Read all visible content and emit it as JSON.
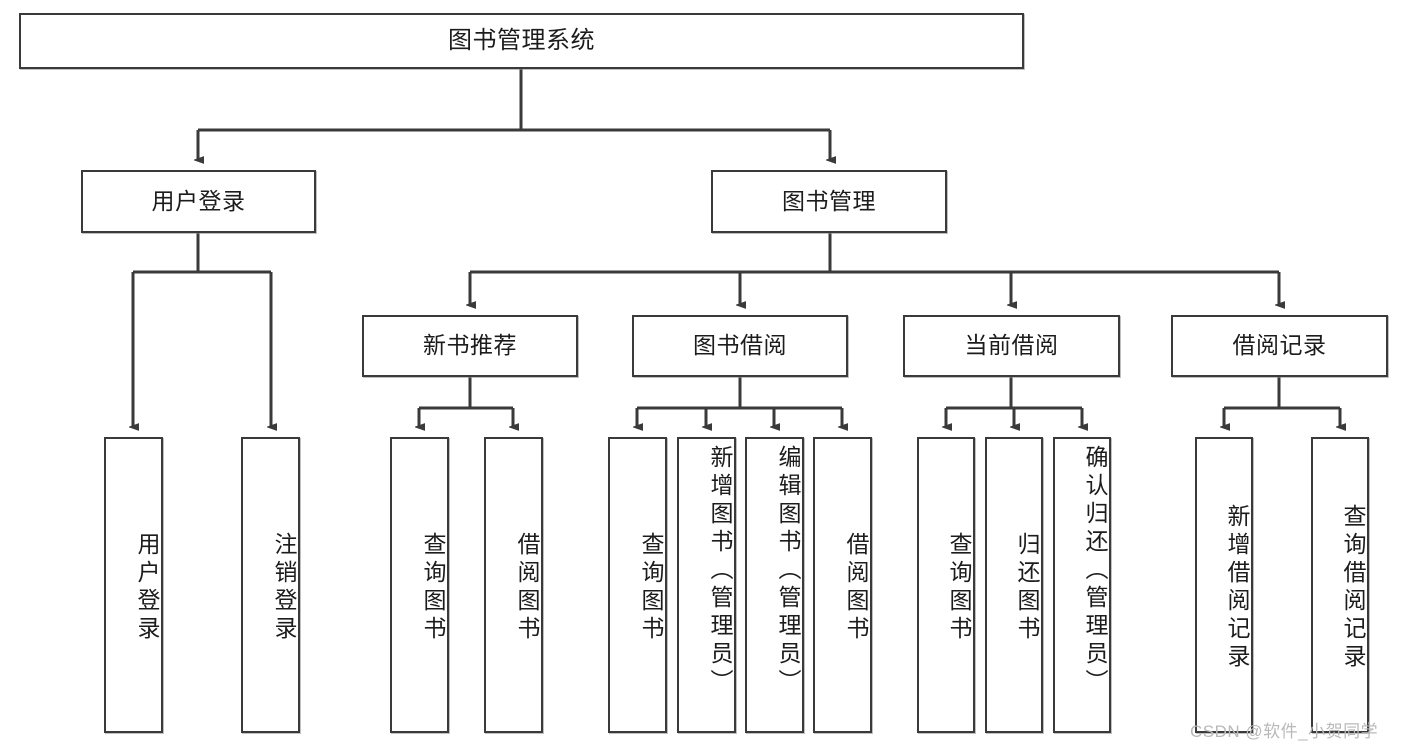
{
  "diagram": {
    "title": "图书管理系统",
    "type": "hierarchy-tree",
    "stroke_color": "#3a3a3a",
    "background_color": "#ffffff",
    "text_color": "#1c1c1c"
  },
  "nodes": {
    "root": {
      "label": "图书管理系统"
    },
    "level2": [
      {
        "label": "用户登录"
      },
      {
        "label": "图书管理"
      }
    ],
    "level3": [
      {
        "label": "新书推荐"
      },
      {
        "label": "图书借阅"
      },
      {
        "label": "当前借阅"
      },
      {
        "label": "借阅记录"
      }
    ],
    "leaves_user_login": [
      {
        "label": "用户登录"
      },
      {
        "label": "注销登录"
      }
    ],
    "leaves_new_book": [
      {
        "label": "查询图书"
      },
      {
        "label": "借阅图书"
      }
    ],
    "leaves_borrow": [
      {
        "label": "查询图书"
      },
      {
        "label": "新增图书（管理员）"
      },
      {
        "label": "编辑图书（管理员）"
      },
      {
        "label": "借阅图书"
      }
    ],
    "leaves_current": [
      {
        "label": "查询图书"
      },
      {
        "label": "归还图书"
      },
      {
        "label": "确认归还（管理员）"
      }
    ],
    "leaves_record": [
      {
        "label": "新增借阅记录"
      },
      {
        "label": "查询借阅记录"
      }
    ]
  },
  "watermark": {
    "text": "CSDN @软件_小贺同学",
    "color": "#b9b9b9"
  }
}
